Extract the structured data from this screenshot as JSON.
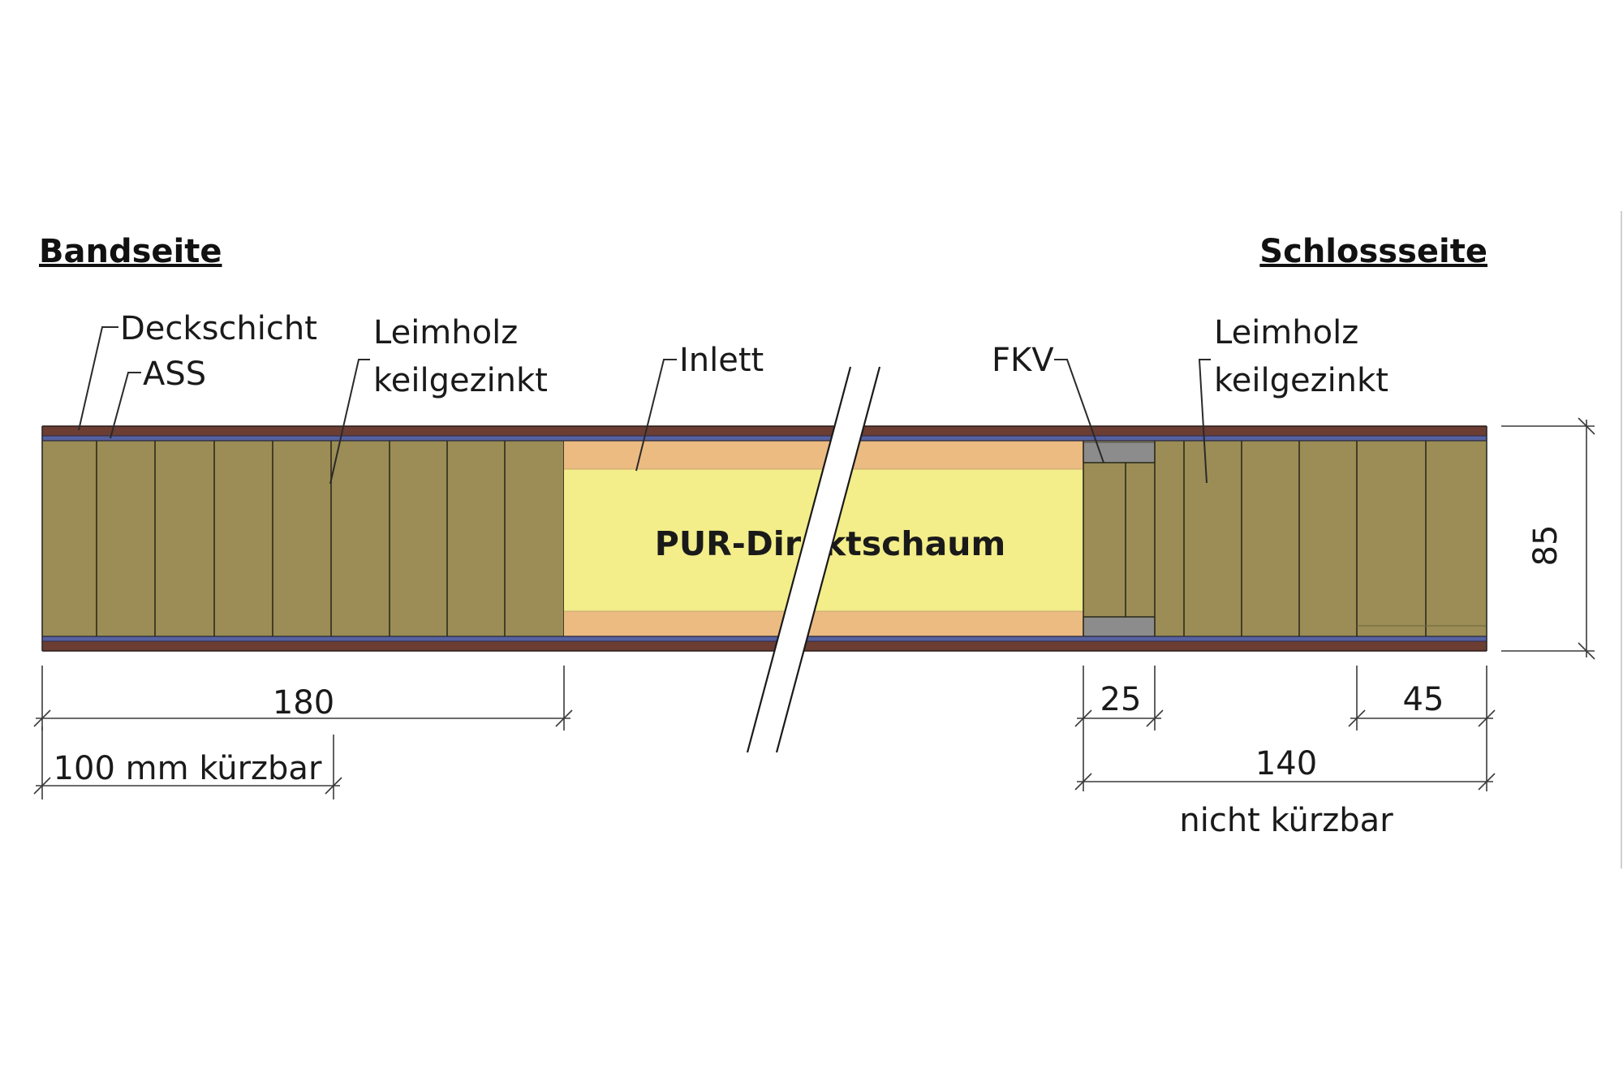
{
  "headings": {
    "left": "Bandseite",
    "right": "Schlossseite"
  },
  "labels": {
    "deckschicht": "Deckschicht",
    "ass": "ASS",
    "leimholz_left_1": "Leimholz",
    "leimholz_left_2": "keilgezinkt",
    "inlett": "Inlett",
    "fkv": "FKV",
    "leimholz_right_1": "Leimholz",
    "leimholz_right_2": "keilgezinkt",
    "core": "PUR-Direktschaum"
  },
  "dimensions": {
    "band_width": "180",
    "band_shortenable": "100 mm kürzbar",
    "fkv_width": "25",
    "right_last_strip": "45",
    "lock_width": "140",
    "lock_note": "nicht kürzbar",
    "thickness": "85"
  },
  "colors": {
    "top_layer": "#6b3d33",
    "ass_layer": "#5561a0",
    "glulam": "#9b8d55",
    "inlett": "#ebbb82",
    "foam": "#f3ed8a",
    "fkv": "#8c8c8c",
    "leader": "#2a2a2a"
  }
}
